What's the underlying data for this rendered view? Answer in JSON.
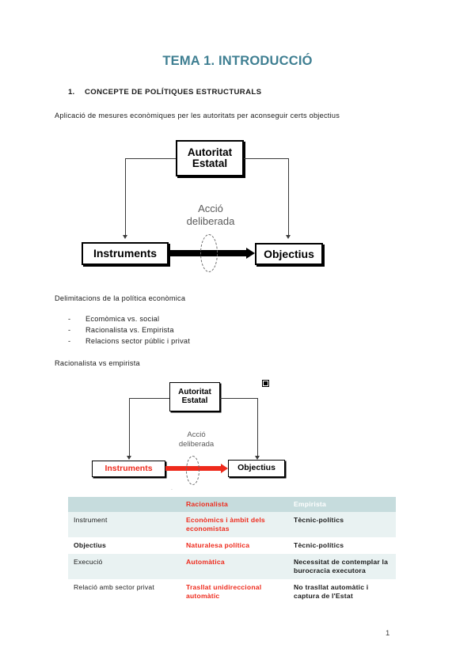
{
  "document": {
    "title": "TEMA 1. INTRODUCCIÓ",
    "title_color": "#3f7f92",
    "page_number": "1"
  },
  "section": {
    "number": "1.",
    "heading": "CONCEPTE DE POLÍTIQUES ESTRUCTURALS",
    "intro_paragraph": "Aplicació de mesures  econòmiques per les autoritats per aconseguir certs objectius"
  },
  "delimitacions": {
    "heading": "Delimitacions de la política econòmica",
    "bullet_marker": "-",
    "items": [
      "Ecomòmica vs. social",
      "Racionalista vs. Empirista",
      "Relacions sector públic i privat"
    ]
  },
  "racionalista_heading": "Racionalista vs empirista",
  "diagram_one": {
    "authority_box": "Autoritat\nEstatal",
    "authority_line1": "Autoritat",
    "authority_line2": "Estatal",
    "instruments_box": "Instruments",
    "objectius_box": "Objectius",
    "action_line1": "Acció",
    "action_line2": "deliberada",
    "arrow_color": "#000000"
  },
  "diagram_two": {
    "authority_line1": "Autoritat",
    "authority_line2": "Estatal",
    "instruments_box": "Instruments",
    "objectius_box": "Objectius",
    "action_line1": "Acció",
    "action_line2": "deliberada",
    "arrow_color": "#ee2a1c",
    "instruments_color": "#ee2a1c"
  },
  "table": {
    "header_bg": "#c6dcdd",
    "accent_red": "#ee2a1c",
    "columns": [
      "",
      "Racionalista",
      "Empirista"
    ],
    "rows": [
      {
        "label": "Instrument",
        "racionalista": "Econòmics i àmbit dels economistas",
        "empirista": "Tècnic-polítics"
      },
      {
        "label": "Objectius",
        "racionalista": "Naturalesa política",
        "empirista": "Tècnic-polítics"
      },
      {
        "label": "Execució",
        "racionalista": "Automàtica",
        "empirista": "Necessitat de contemplar la burocracia executora"
      },
      {
        "label": "Relació amb sector privat",
        "racionalista": "Trasllat unidireccional automàtic",
        "empirista": "No trasllat automàtic i captura de l'Estat"
      }
    ]
  }
}
